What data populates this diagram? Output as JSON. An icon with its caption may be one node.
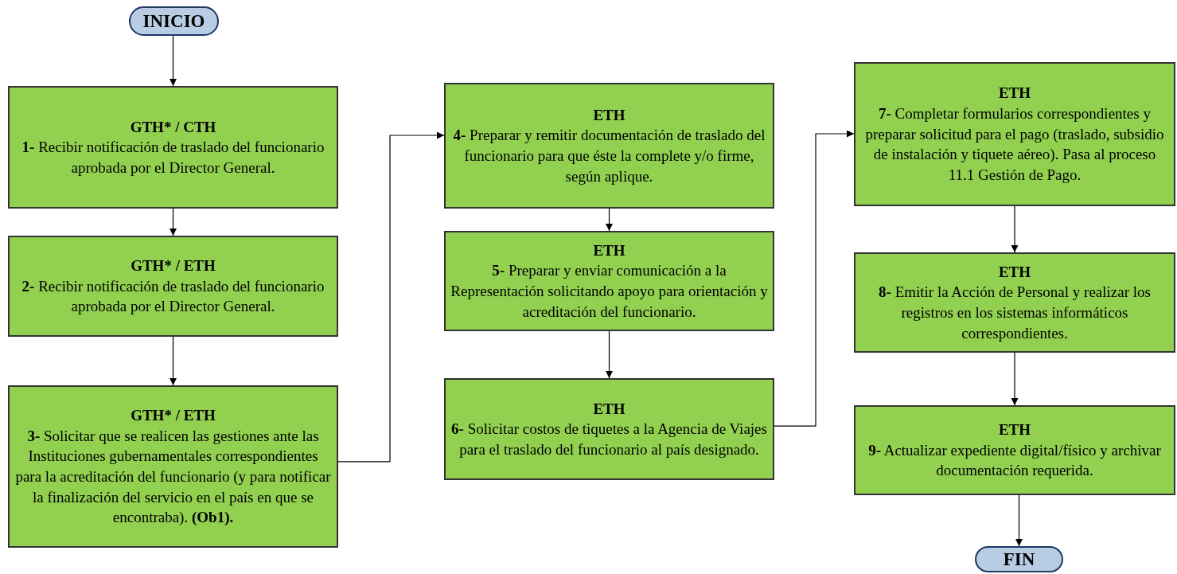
{
  "diagram": {
    "nodes": [
      {
        "text": [
          "INICIO"
        ]
      },
      {
        "text": [
          "GTH* / CTH",
          "**1-** Recibir notificación de traslado del funcionario aprobada por el Director General."
        ]
      },
      {
        "text": [
          "GTH* / ETH",
          "**2-** Recibir notificación de traslado del funcionario aprobada por el Director General."
        ]
      },
      {
        "text": [
          "GTH* / ETH",
          "**3-** Solicitar que se realicen las gestiones ante las Instituciones gubernamentales correspondientes para la acreditación del funcionario (y para notificar la finalización del servicio en el país en que se encontraba). **(Ob1).**"
        ]
      },
      {
        "text": [
          "ETH",
          "**4-** Preparar y remitir documentación de traslado del funcionario para que éste la complete y/o firme, según aplique."
        ]
      },
      {
        "text": [
          "ETH",
          "**5-** Preparar y enviar comunicación a la Representación solicitando apoyo para orientación y acreditación del funcionario."
        ]
      },
      {
        "text": [
          "ETH",
          "**6-** Solicitar costos de tiquetes a la Agencia de Viajes para el traslado del funcionario al país designado."
        ]
      },
      {
        "text": [
          "ETH",
          "**7-** Completar formularios correspondientes y preparar solicitud para el pago (traslado, subsidio de instalación y tiquete aéreo). Pasa al proceso 11.1 Gestión de Pago."
        ]
      },
      {
        "text": [
          "ETH",
          "**8-** Emitir la Acción de Personal y realizar los registros en los sistemas informáticos correspondientes."
        ]
      },
      {
        "text": [
          "ETH",
          "**9-** Actualizar expediente digital/físico y archivar documentación requerida."
        ]
      },
      {
        "text": [
          "FIN"
        ]
      }
    ],
    "edges": [
      {
        "from": 0,
        "to": 1,
        "arrow": "to"
      },
      {
        "from": 1,
        "to": 2,
        "arrow": "to"
      },
      {
        "from": 2,
        "to": 3,
        "arrow": "to"
      },
      {
        "from": 3,
        "to": 4,
        "arrow": "to"
      },
      {
        "from": 4,
        "to": 5,
        "arrow": "to"
      },
      {
        "from": 5,
        "to": 6,
        "arrow": "to"
      },
      {
        "from": 6,
        "to": 7,
        "arrow": "to"
      },
      {
        "from": 7,
        "to": 8,
        "arrow": "to"
      },
      {
        "from": 8,
        "to": 9,
        "arrow": "to"
      },
      {
        "from": 9,
        "to": 10,
        "arrow": "to"
      }
    ]
  }
}
